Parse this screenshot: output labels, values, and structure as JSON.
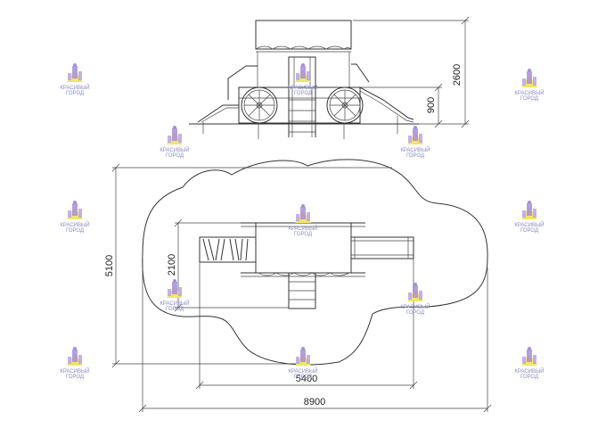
{
  "dimensions": {
    "top_height": "2600",
    "platform_height": "900",
    "zone_depth": "5100",
    "equipment_depth": "2100",
    "equipment_width": "5400",
    "zone_width": "8900"
  },
  "watermark": {
    "line1": "КРАСИВЫЙ",
    "line2": "ГОРОД"
  },
  "colors": {
    "line": "#333333",
    "watermark_purple": "#a78fd8",
    "watermark_yellow": "#f3e46a"
  }
}
